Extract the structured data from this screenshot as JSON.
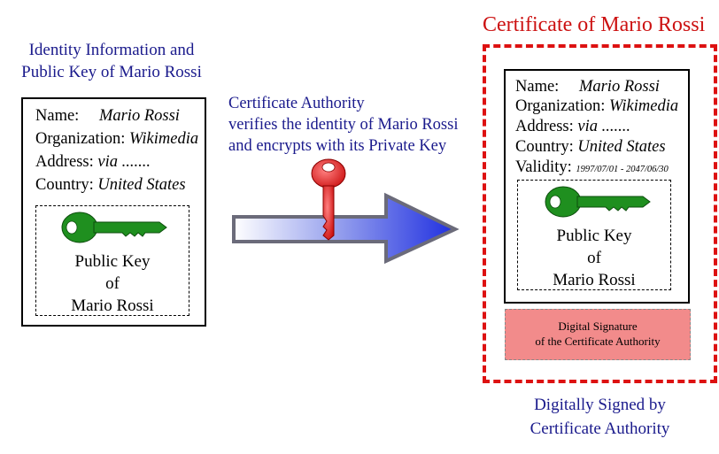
{
  "left": {
    "title_line1": "Identity Information and",
    "title_line2": "Public Key of Mario Rossi",
    "name_label": "Name:",
    "name_value": "Mario Rossi",
    "org_label": "Organization:",
    "org_value": "Wikimedia",
    "address_label": "Address:",
    "address_value": "via .......",
    "country_label": "Country:",
    "country_value": "United States",
    "pk_line1": "Public Key",
    "pk_line2": "of",
    "pk_line3": "Mario Rossi"
  },
  "middle": {
    "line1": "Certificate Authority",
    "line2": "verifies the identity of Mario Rossi",
    "line3": "and encrypts with its Private Key"
  },
  "right": {
    "title": "Certificate of Mario Rossi",
    "name_label": "Name:",
    "name_value": "Mario Rossi",
    "org_label": "Organization:",
    "org_value": "Wikimedia",
    "address_label": "Address:",
    "address_value": "via .......",
    "country_label": "Country:",
    "country_value": "United States",
    "validity_label": "Validity:",
    "validity_value": "1997/07/01 - 2047/06/30",
    "pk_line1": "Public Key",
    "pk_line2": "of",
    "pk_line3": "Mario Rossi",
    "sig_line1": "Digital Signature",
    "sig_line2": "of the Certificate Authority",
    "signed_line1": "Digitally Signed by",
    "signed_line2": "Certificate Authority"
  },
  "colors": {
    "title_blue": "#1a1a8c",
    "cert_red": "#cc1111",
    "public_key_green": "#1f8f1f",
    "private_key_red": "#e03030",
    "signature_fill": "#f28b8b",
    "arrow_blue": "#2233dd"
  },
  "icons": [
    "public-key-icon",
    "private-key-icon",
    "arrow"
  ]
}
